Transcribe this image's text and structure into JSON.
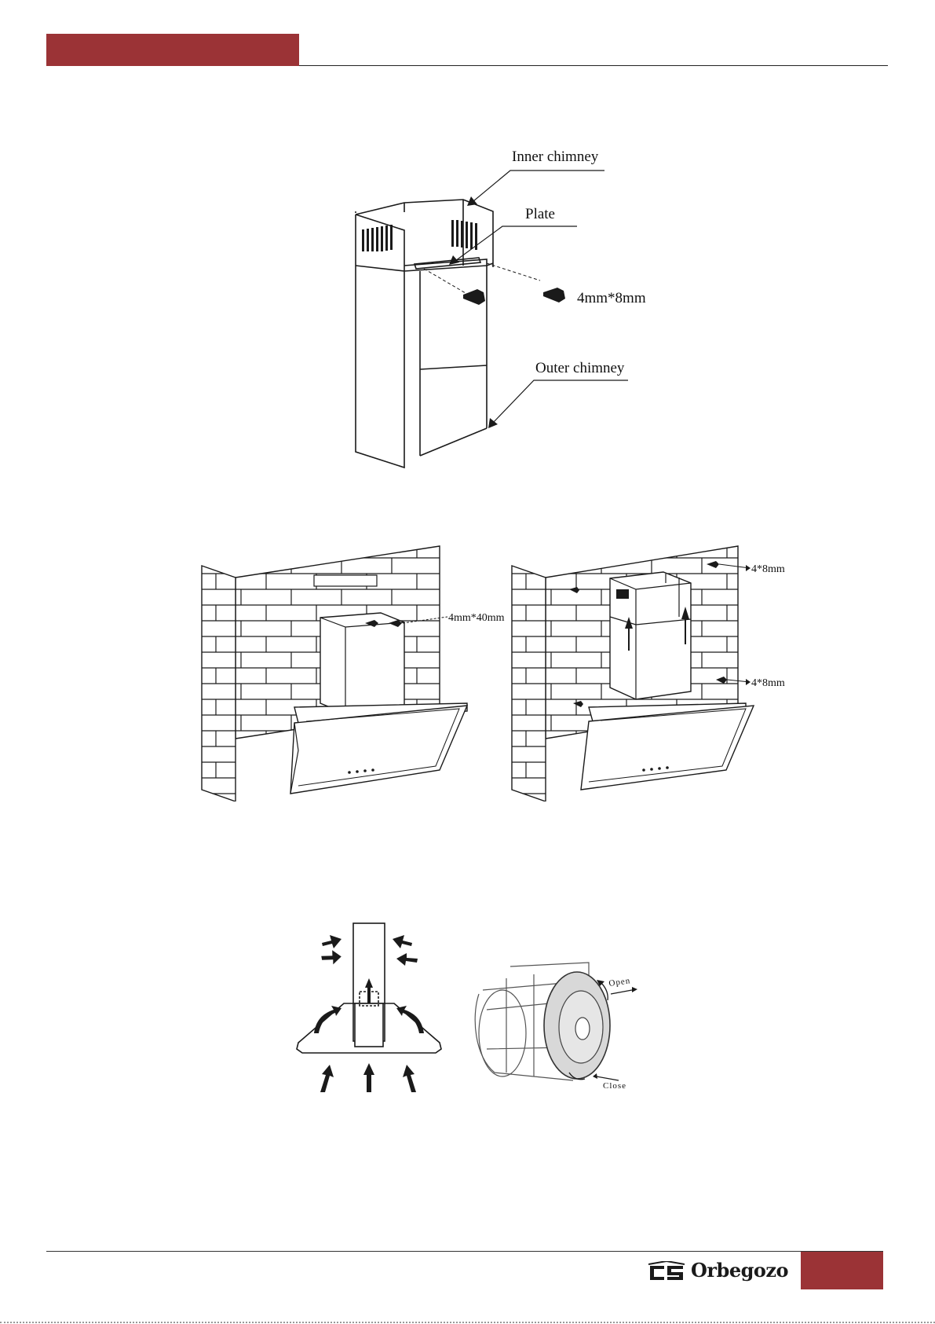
{
  "colors": {
    "accent": "#9b3336",
    "line": "#1a1a1a"
  },
  "figure1": {
    "labels": {
      "inner_chimney": "Inner chimney",
      "plate": "Plate",
      "screw": "4mm*8mm",
      "outer_chimney": "Outer chimney"
    }
  },
  "figure2": {
    "left": {
      "screw_label": "4mm*40mm"
    },
    "right": {
      "screw_top_label": "4*8mm",
      "screw_side_label": "4*8mm"
    }
  },
  "figure3": {
    "damper": {
      "open_label": "Open",
      "close_label": "Close"
    }
  },
  "footer": {
    "brand_icon": "orbegozo-logo-icon",
    "brand_name": "Orbegozo"
  }
}
